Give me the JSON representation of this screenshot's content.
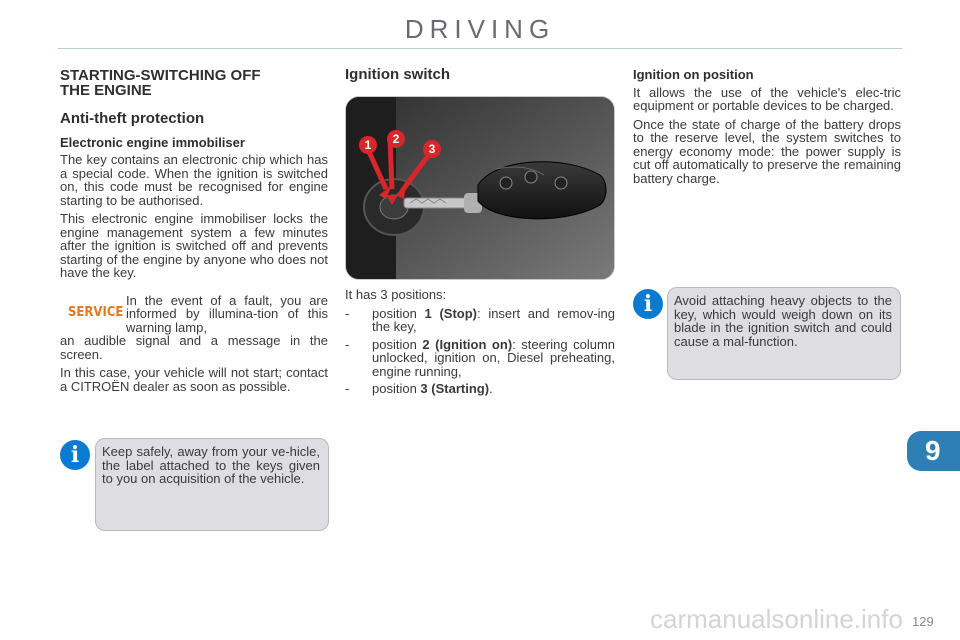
{
  "header": {
    "title": "DRIVING"
  },
  "col1": {
    "section_title_line1": "STARTING-SWITCHING OFF",
    "section_title_line2": "THE ENGINE",
    "subtitle": "Anti-theft protection",
    "subsubtitle": "Electronic engine immobiliser",
    "para1": "The key contains an electronic chip which has a special code. When the ignition is switched on, this code must be recognised for engine starting to be authorised.",
    "para2": "This electronic engine immobiliser locks the engine management system a few minutes after the ignition is switched off and prevents starting of the engine by anyone who does not have the key.",
    "service_logo": "SERVICE",
    "para3_indent": "In the event of a fault, you are informed by illumina-tion of this warning lamp,",
    "para3_cont": "an audible signal and a message in the screen.",
    "para4": "In this case, your vehicle will not start; contact a CITROËN dealer as soon as possible.",
    "info_text": "Keep safely, away from your ve-hicle, the label attached to the keys given to you on acquisition of the vehicle."
  },
  "col2": {
    "subtitle": "Ignition switch",
    "photo_labels": [
      "1",
      "2",
      "3"
    ],
    "intro": "It has 3 positions:",
    "items": [
      {
        "dash": "-",
        "pre": "position ",
        "bold": "1 (Stop)",
        "rest": ": insert and remov-ing the key,"
      },
      {
        "dash": "-",
        "pre": "position ",
        "bold": "2 (Ignition on)",
        "rest": ": steering column unlocked, ignition on, Diesel preheating, engine running,"
      },
      {
        "dash": "-",
        "pre": "position ",
        "bold": "3 (Starting)",
        "rest": "."
      }
    ]
  },
  "col3": {
    "subsubtitle": "Ignition on position",
    "para1": "It allows the use of the vehicle's elec-tric equipment or portable devices to be charged.",
    "para2": "Once the state of charge of the battery drops to the reserve level, the system switches to energy economy mode: the power supply is cut off automatically to preserve the remaining battery charge.",
    "info_text": "Avoid attaching heavy objects to the key, which would weigh down on its blade in the ignition switch and could cause a mal-function."
  },
  "chapter_tab": "9",
  "page_number": "129",
  "watermark": "carmanualsonline.info",
  "colors": {
    "accent_blue": "#2e7fb5",
    "info_blue": "#0a7bd0",
    "service_orange": "#e07a1e",
    "arrow_red": "#d8262a",
    "infobox_bg": "#dedee2"
  },
  "icons": [
    "info-icon",
    "service-warning-icon",
    "key-icon"
  ]
}
